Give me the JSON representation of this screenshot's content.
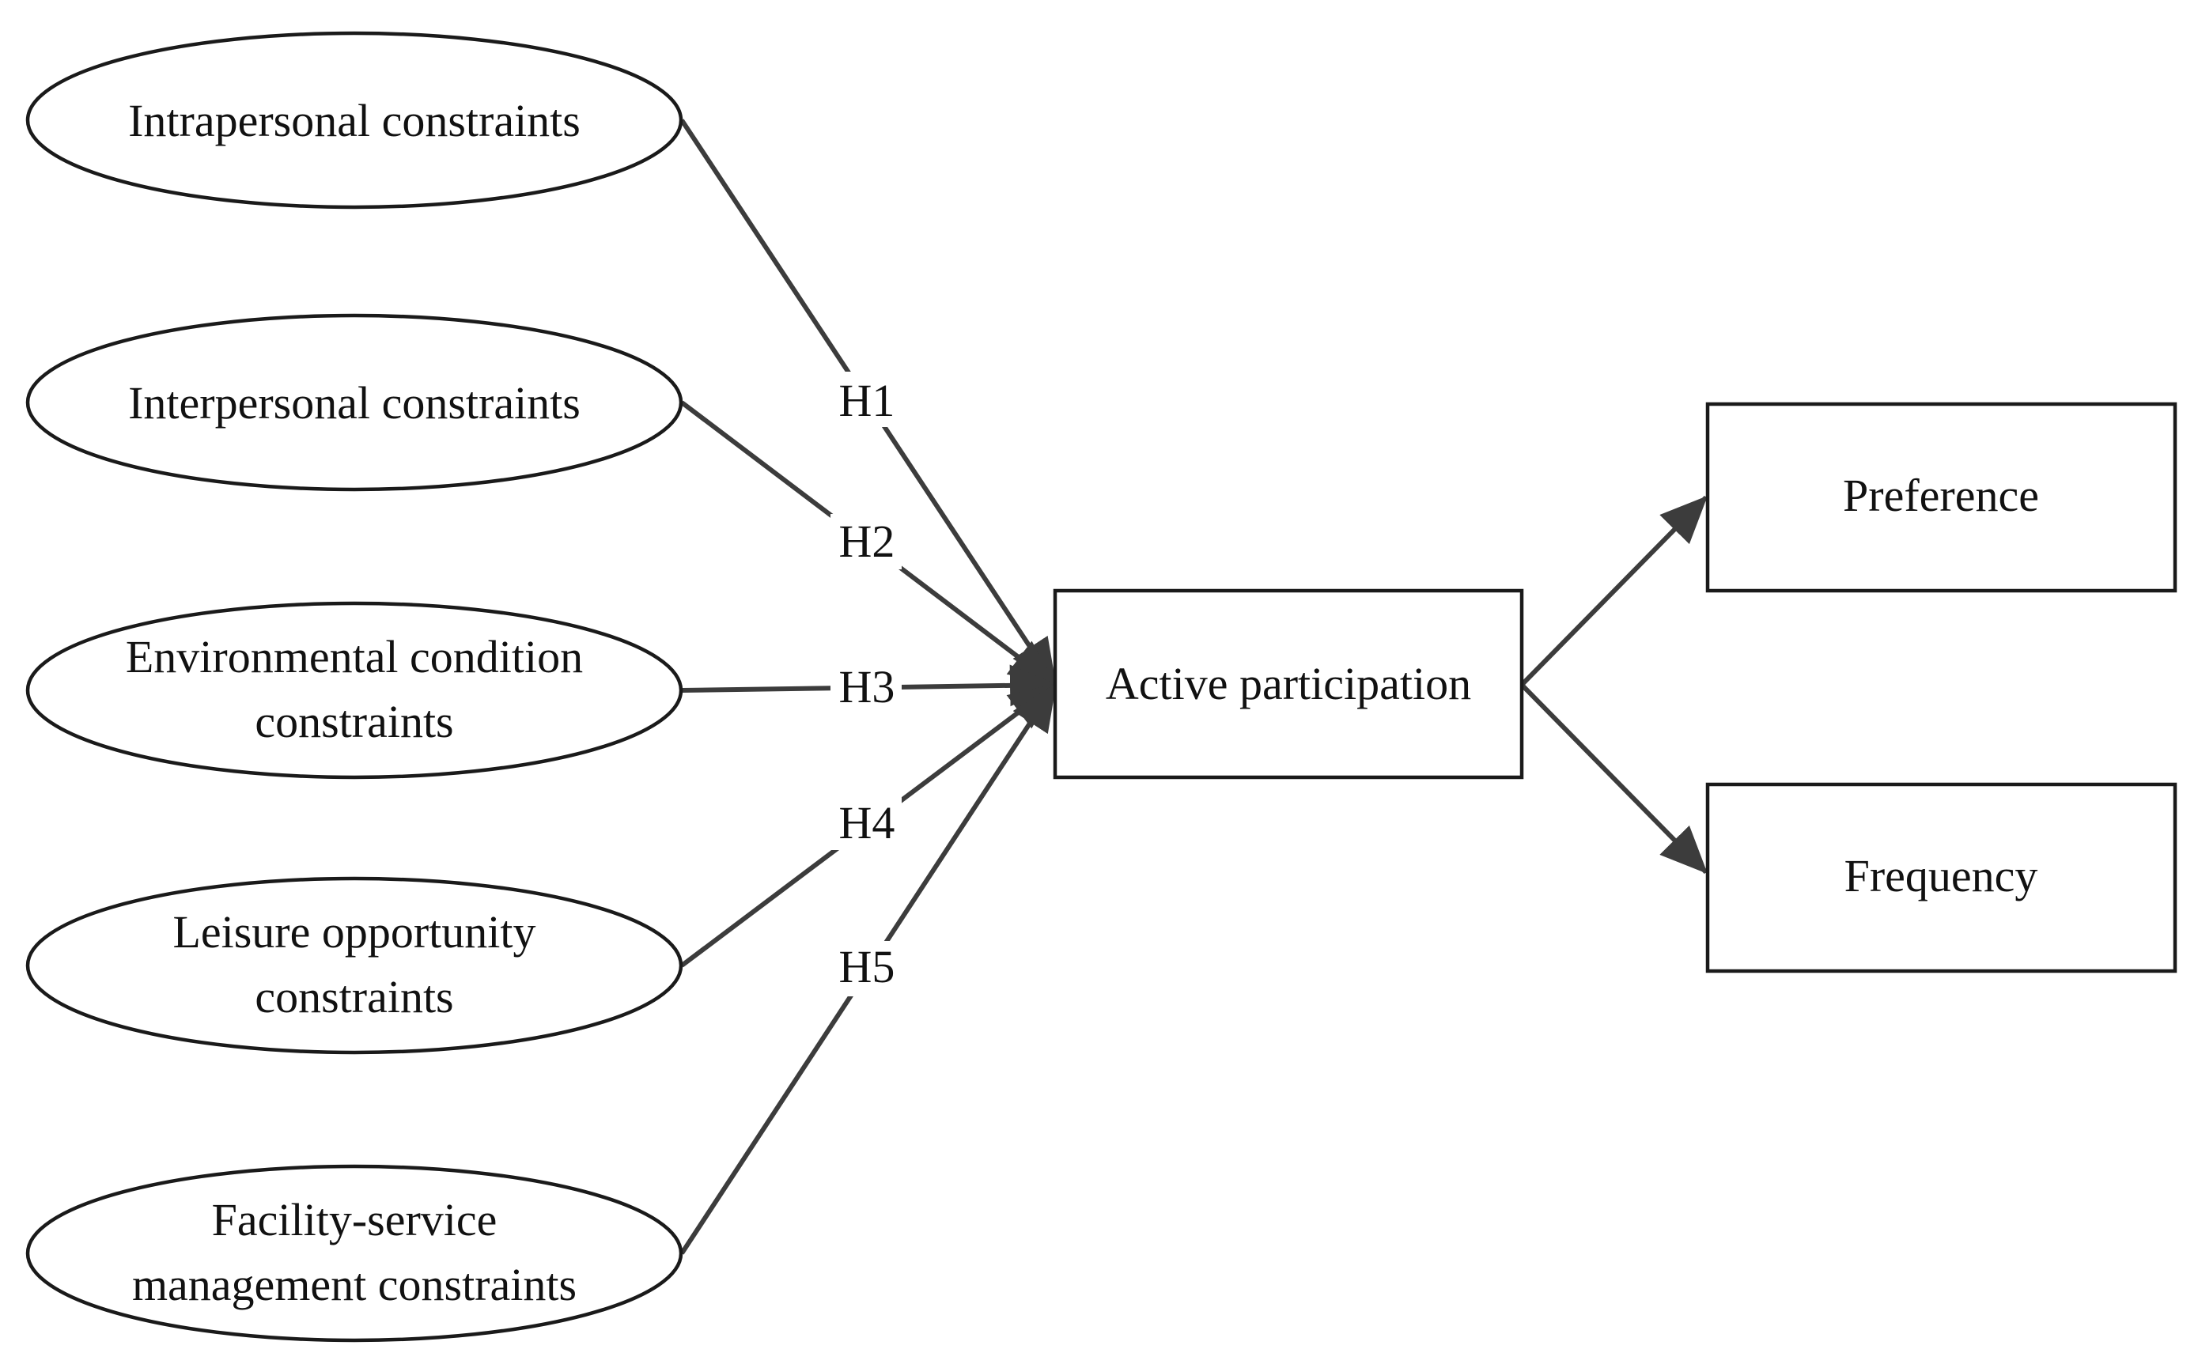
{
  "diagram": {
    "nodes": {
      "intrapersonal": {
        "shape": "ellipse",
        "lines": [
          "Intrapersonal constraints"
        ]
      },
      "interpersonal": {
        "shape": "ellipse",
        "lines": [
          "Interpersonal constraints"
        ]
      },
      "environmental": {
        "shape": "ellipse",
        "lines": [
          "Environmental condition",
          "constraints"
        ]
      },
      "leisure": {
        "shape": "ellipse",
        "lines": [
          "Leisure opportunity",
          "constraints"
        ]
      },
      "facility": {
        "shape": "ellipse",
        "lines": [
          "Facility-service",
          "management constraints"
        ]
      },
      "active": {
        "shape": "rect",
        "lines": [
          "Active participation"
        ]
      },
      "preference": {
        "shape": "rect",
        "lines": [
          "Preference"
        ]
      },
      "frequency": {
        "shape": "rect",
        "lines": [
          "Frequency"
        ]
      }
    },
    "edges": [
      {
        "from": "intrapersonal",
        "to": "active",
        "label": "H1"
      },
      {
        "from": "interpersonal",
        "to": "active",
        "label": "H2"
      },
      {
        "from": "environmental",
        "to": "active",
        "label": "H3"
      },
      {
        "from": "leisure",
        "to": "active",
        "label": "H4"
      },
      {
        "from": "facility",
        "to": "active",
        "label": "H5"
      },
      {
        "from": "active",
        "to": "preference",
        "label": ""
      },
      {
        "from": "active",
        "to": "frequency",
        "label": ""
      }
    ]
  }
}
